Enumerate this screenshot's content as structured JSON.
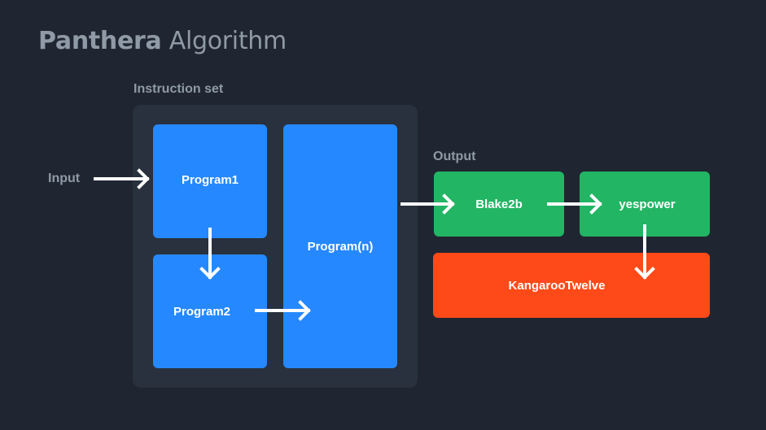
{
  "title": {
    "bold": "Panthera",
    "regular": "Algorithm"
  },
  "labels": {
    "instruction_set": "Instruction set",
    "input": "Input",
    "output": "Output"
  },
  "programs": {
    "p1": "Program1",
    "p2": "Program2",
    "pn": "Program(n)"
  },
  "output_stages": {
    "blake": "Blake2b",
    "yespower": "yespower",
    "kangaroo": "KangarooTwelve"
  },
  "colors": {
    "background": "#1f2631",
    "panel": "#28313d",
    "program_blue": "#2688fe",
    "stage_green": "#22b564",
    "final_red": "#fe4a18",
    "arrow": "#ffffff",
    "label_gray": "#8f9aa6"
  }
}
